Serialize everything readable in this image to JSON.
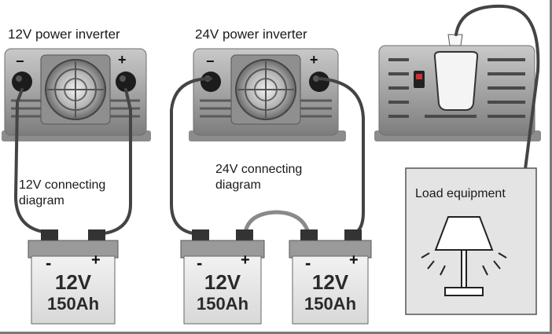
{
  "titles": {
    "inverter_12v": "12V power inverter",
    "inverter_24v": "24V power inverter"
  },
  "notes": {
    "conn_12v": "12V connecting\ndiagram",
    "conn_24v": "24V connecting\ndiagram"
  },
  "load_label": "Load equipment",
  "polarity": {
    "minus": "−",
    "plus": "+",
    "minus_small": "-"
  },
  "batteries": [
    {
      "voltage": "12V",
      "capacity": "150Ah"
    },
    {
      "voltage": "12V",
      "capacity": "150Ah"
    },
    {
      "voltage": "12V",
      "capacity": "150Ah"
    }
  ],
  "colors": {
    "metal": "#9c9c9c",
    "wire": "#444444",
    "battery": "#e6e6e6",
    "panel": "#e4e4e4"
  }
}
